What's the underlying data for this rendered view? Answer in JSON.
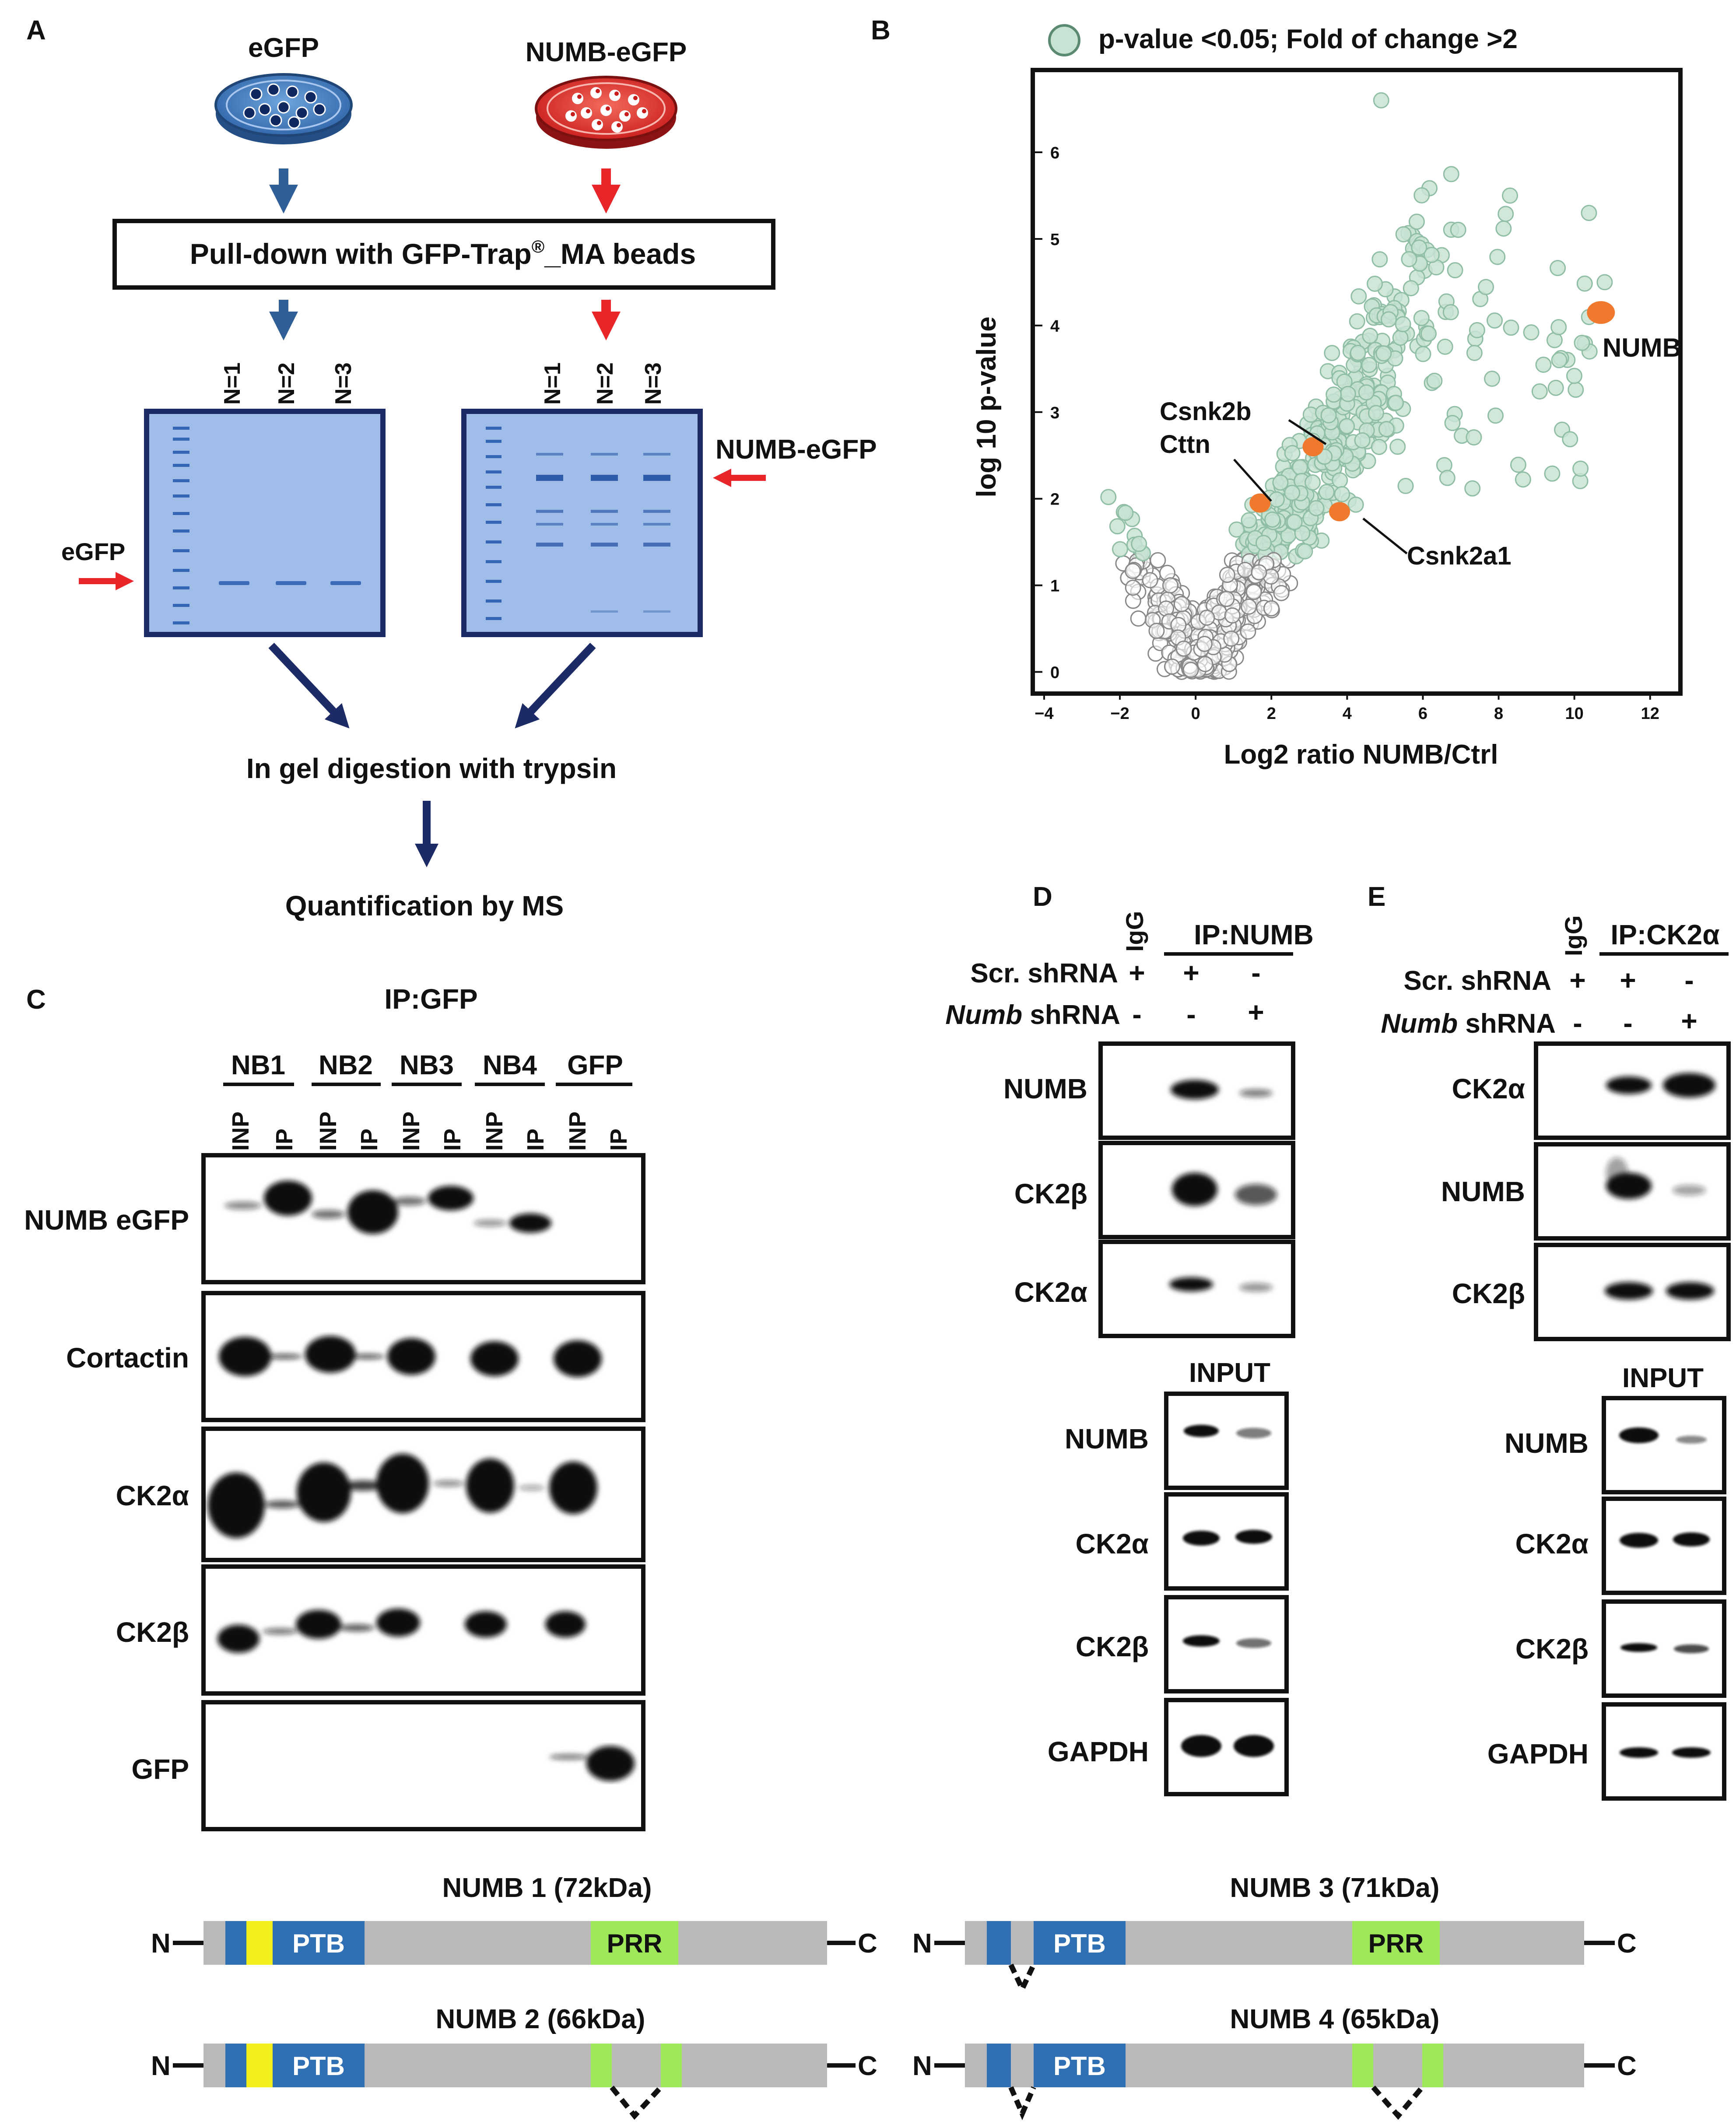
{
  "panels": {
    "a": "A",
    "b": "B",
    "c": "C",
    "d": "D",
    "e": "E"
  },
  "panelA": {
    "dish_left": "eGFP",
    "dish_right": "NUMB-eGFP",
    "pulldown": "Pull-down with GFP-Trap",
    "pulldown_sup": "®",
    "pulldown_suffix": "_MA beads",
    "lanes": [
      "N=1",
      "N=2",
      "N=3"
    ],
    "gel_left_label": "eGFP",
    "gel_right_label": "NUMB-eGFP",
    "digest": "In gel digestion with trypsin",
    "quant": "Quantification by MS"
  },
  "chart_data": {
    "type": "scatter",
    "legend": "p-value <0.05; Fold of change >2",
    "legend_position": "top",
    "xlabel": "Log2 ratio NUMB/Ctrl",
    "ylabel": "log 10 p-value",
    "xlim": [
      -4.3,
      12.8
    ],
    "ylim": [
      -0.25,
      6.95
    ],
    "xticks": [
      -4,
      -2,
      0,
      2,
      4,
      6,
      8,
      10,
      12
    ],
    "yticks": [
      0,
      1,
      2,
      3,
      4,
      5,
      6
    ],
    "colors": {
      "significant": "#c8e3d4",
      "significant_edge": "#8fbea4",
      "ns_edge": "#888888",
      "highlight": "#ef7a2e"
    },
    "highlighted": [
      {
        "name": "NUMB",
        "x": 10.7,
        "y": 4.15
      },
      {
        "name": "Csnk2b",
        "x": 3.1,
        "y": 2.6
      },
      {
        "name": "Cttn",
        "x": 1.7,
        "y": 1.95
      },
      {
        "name": "Csnk2a1",
        "x": 3.8,
        "y": 1.85
      }
    ]
  },
  "panelC": {
    "title": "IP:GFP",
    "groups": [
      "NB1",
      "NB2",
      "NB3",
      "NB4",
      "GFP"
    ],
    "lanes": [
      "INP",
      "IP"
    ],
    "rows": [
      "NUMB eGFP",
      "Cortactin",
      "CK2α",
      "CK2β",
      "GFP"
    ]
  },
  "panelD": {
    "igg": "IgG",
    "ip": "IP:NUMB",
    "scr": "Scr. shRNA",
    "numb": "Numb",
    "shrna": "shRNA",
    "scr_signs": [
      "+",
      "+",
      "-"
    ],
    "numb_signs": [
      "-",
      "-",
      "+"
    ],
    "ip_rows": [
      "NUMB",
      "CK2β",
      "CK2α"
    ],
    "input": "INPUT",
    "input_rows": [
      "NUMB",
      "CK2α",
      "CK2β",
      "GAPDH"
    ]
  },
  "panelE": {
    "igg": "IgG",
    "ip": "IP:CK2α",
    "scr": "Scr. shRNA",
    "numb": "Numb",
    "shrna": "shRNA",
    "scr_signs": [
      "+",
      "+",
      "-"
    ],
    "numb_signs": [
      "-",
      "-",
      "+"
    ],
    "ip_rows": [
      "CK2α",
      "NUMB",
      "CK2β"
    ],
    "input": "INPUT",
    "input_rows": [
      "NUMB",
      "CK2α",
      "CK2β",
      "GAPDH"
    ]
  },
  "isoforms": [
    {
      "title": "NUMB 1 (72kDa)",
      "n": "N",
      "c": "C",
      "ptb": "PTB",
      "prr": "PRR"
    },
    {
      "title": "NUMB 2 (66kDa)",
      "n": "N",
      "c": "C",
      "ptb": "PTB"
    },
    {
      "title": "NUMB 3 (71kDa)",
      "n": "N",
      "c": "C",
      "ptb": "PTB",
      "prr": "PRR"
    },
    {
      "title": "NUMB 4 (65kDa)",
      "n": "N",
      "c": "C",
      "ptb": "PTB"
    }
  ]
}
